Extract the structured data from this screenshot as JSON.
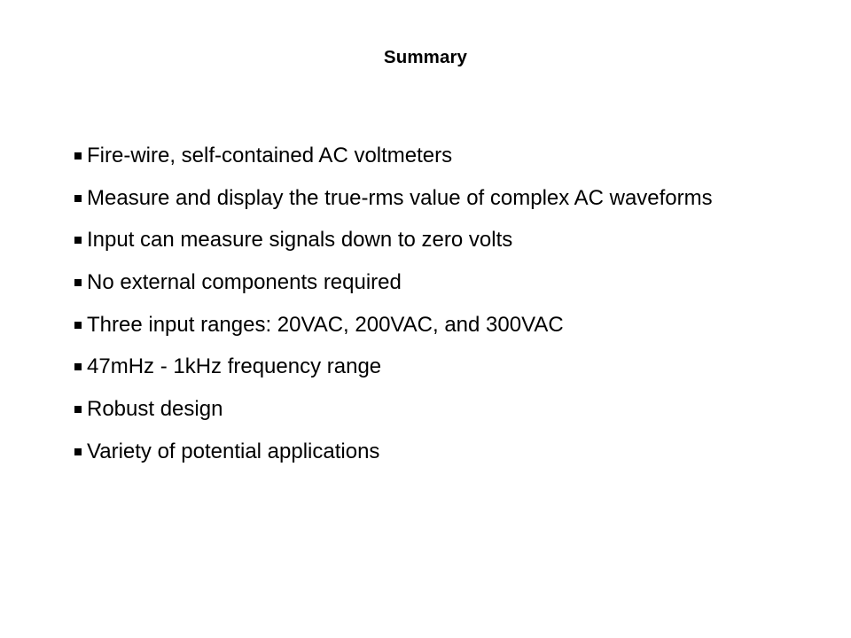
{
  "slide": {
    "title": "Summary",
    "background_color": "#ffffff",
    "text_color": "#000000",
    "bullet_marker_icon": "filled-square-bullet-icon",
    "bullets": [
      {
        "text": "Fire-wire, self-contained AC voltmeters"
      },
      {
        "text": "Measure and display the true-rms value of complex AC waveforms"
      },
      {
        "text": "Input can measure signals down to zero volts"
      },
      {
        "text": "No external components required"
      },
      {
        "text": "Three input ranges: 20VAC, 200VAC, and 300VAC"
      },
      {
        "text": "47mHz - 1kHz frequency range"
      },
      {
        "text": "Robust design"
      },
      {
        "text": "Variety of potential applications"
      }
    ]
  }
}
